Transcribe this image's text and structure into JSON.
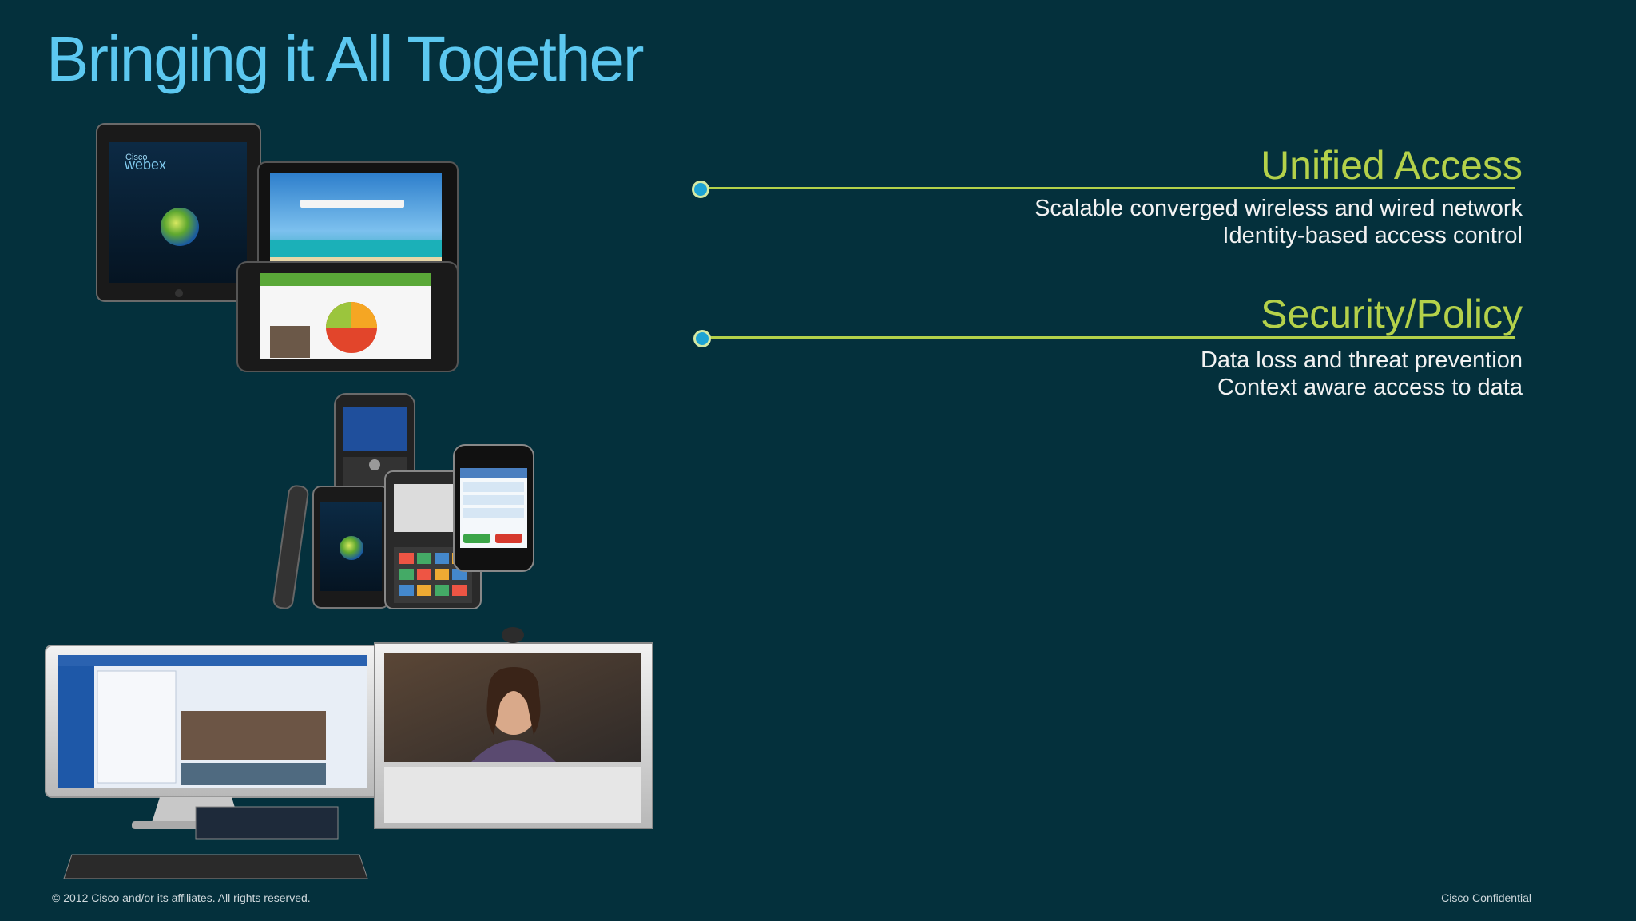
{
  "slide": {
    "title": "Bringing it All Together",
    "sections": [
      {
        "heading": "Unified Access",
        "lines": [
          "Scalable converged wireless and wired network",
          "Identity-based access control"
        ]
      },
      {
        "heading": "Security/Policy",
        "lines": [
          "Data loss and threat prevention",
          "Context aware access to data"
        ]
      }
    ],
    "footer_left": "© 2012 Cisco and/or its affiliates. All rights reserved.",
    "footer_right": "Cisco Confidential"
  },
  "device_labels": {
    "tablet_brand_small": "Cisco",
    "tablet_brand": "webex"
  },
  "colors": {
    "background": "#04303c",
    "title": "#5cc8f0",
    "accent": "#b4d14a",
    "dot": "#1ea3d4"
  }
}
